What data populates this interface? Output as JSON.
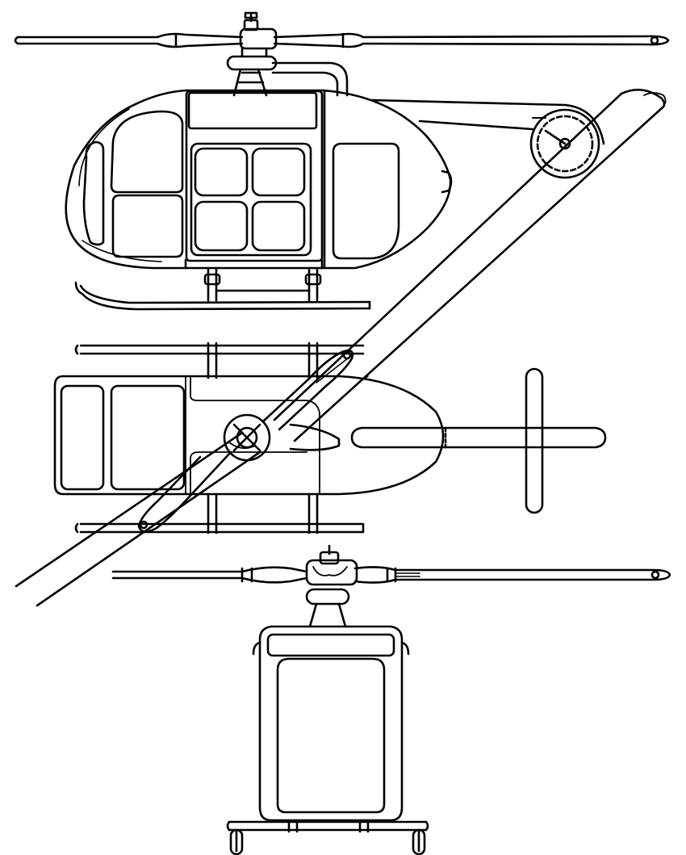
{
  "drawing": {
    "subject": "helicopter-three-view",
    "line_color": "#000000",
    "fill_color": "#ffffff",
    "views": [
      "side",
      "top",
      "front"
    ]
  }
}
